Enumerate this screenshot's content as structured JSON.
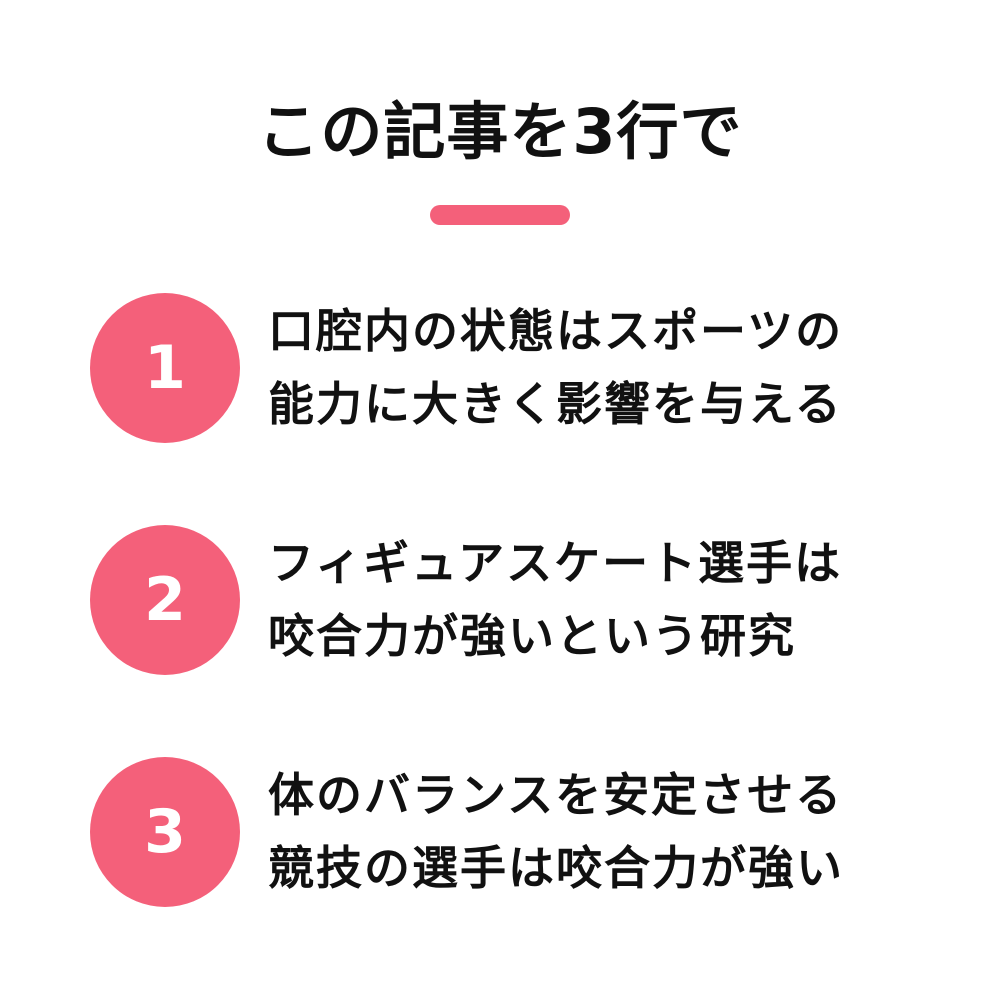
{
  "title": "この記事を3行で",
  "accent_color": "#f4607a",
  "items": [
    {
      "number": "1",
      "line1": "口腔内の状態はスポーツの",
      "line2": "能力に大きく影響を与える"
    },
    {
      "number": "2",
      "line1": "フィギュアスケート選手は",
      "line2": "咬合力が強いという研究"
    },
    {
      "number": "3",
      "line1": "体のバランスを安定させる",
      "line2": "競技の選手は咬合力が強い"
    }
  ]
}
